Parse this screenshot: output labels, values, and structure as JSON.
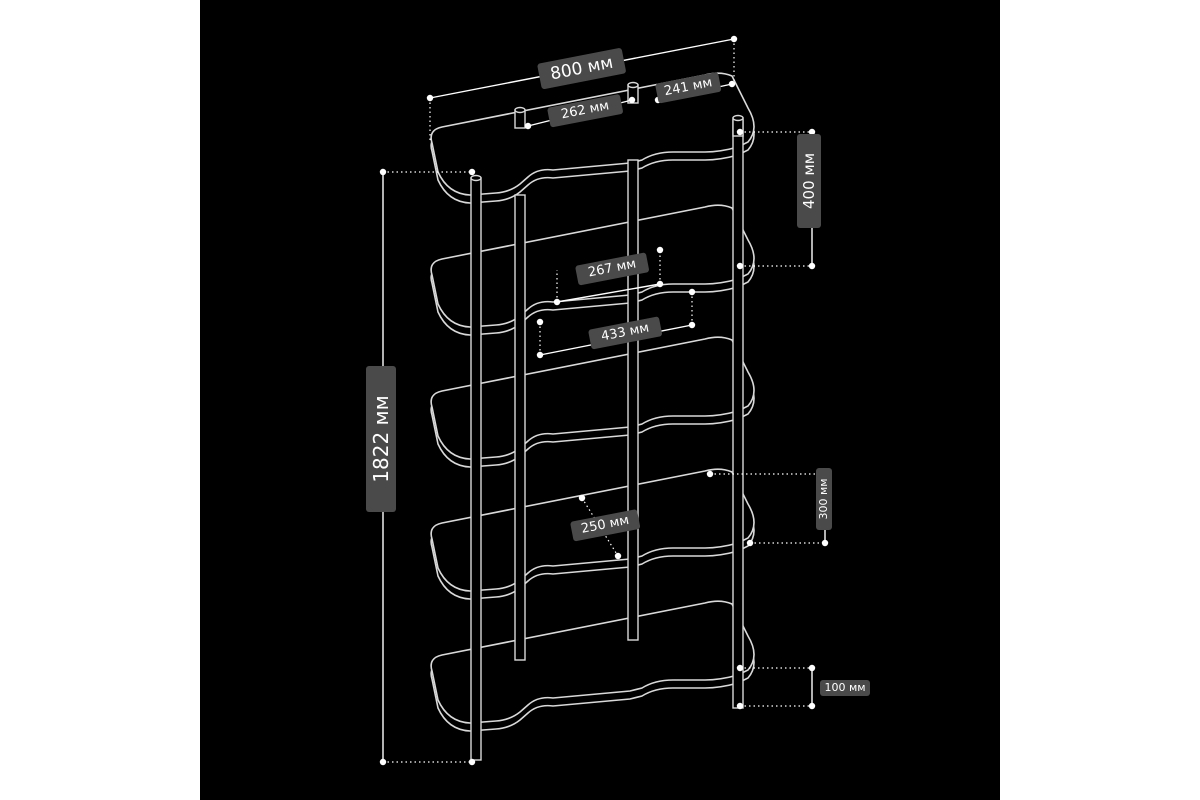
{
  "colors": {
    "background": "#000000",
    "outline": "#d9d9d9",
    "dimension_line": "#ffffff",
    "label_bg": "#4a4a4a",
    "label_text": "#ffffff"
  },
  "dimensions": {
    "width": "800 мм",
    "top_gap_left": "262 мм",
    "top_gap_right": "241 мм",
    "shelf_spacing_upper": "400 мм",
    "cutout_inner": "267 мм",
    "cutout_outer": "433 мм",
    "total_height": "1822 мм",
    "shelf_depth": "250 мм",
    "shelf_spacing_lower": "300 мм",
    "bottom_clearance": "100 мм"
  }
}
